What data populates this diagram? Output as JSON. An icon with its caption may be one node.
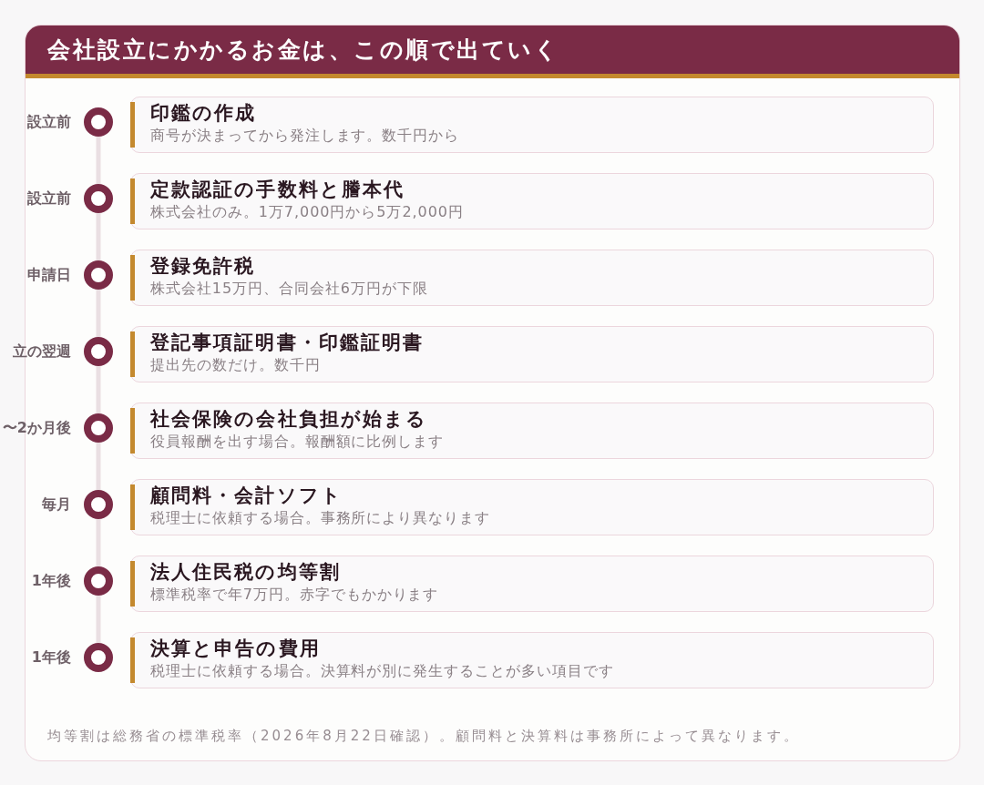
{
  "diagram": {
    "title": "会社設立にかかるお金は、この順で出ていく",
    "nodes": [
      {
        "text": [],
        "shape": "circle",
        "beside": [
          "設立前"
        ]
      },
      {
        "text": [
          "印鑑の作成",
          "商号が決まってから発注します。数千円から"
        ]
      },
      {
        "text": [],
        "shape": "circle",
        "beside": [
          "設立前"
        ]
      },
      {
        "text": [
          "定款認証の手数料と謄本代",
          "株式会社のみ。1万7,000円から5万2,000円"
        ]
      },
      {
        "text": [],
        "shape": "circle",
        "beside": [
          "申請日"
        ]
      },
      {
        "text": [
          "登録免許税",
          "株式会社15万円、合同会社6万円が下限"
        ]
      },
      {
        "text": [],
        "shape": "circle",
        "beside": [
          "立の翌週"
        ]
      },
      {
        "text": [
          "登記事項証明書・印鑑証明書",
          "提出先の数だけ。数千円"
        ]
      },
      {
        "text": [],
        "shape": "circle",
        "beside": [
          "〜2か月後"
        ]
      },
      {
        "text": [
          "社会保険の会社負担が始まる",
          "役員報酬を出す場合。報酬額に比例します"
        ]
      },
      {
        "text": [],
        "shape": "circle",
        "beside": [
          "毎月"
        ]
      },
      {
        "text": [
          "顧問料・会計ソフト",
          "税理士に依頼する場合。事務所により異なります"
        ]
      },
      {
        "text": [],
        "shape": "circle",
        "beside": [
          "1年後"
        ]
      },
      {
        "text": [
          "法人住民税の均等割",
          "標準税率で年7万円。赤字でもかかります"
        ]
      },
      {
        "text": [],
        "shape": "circle",
        "beside": [
          "1年後"
        ]
      },
      {
        "text": [
          "決算と申告の費用",
          "税理士に依頼する場合。決算料が別に発生することが多い項目です"
        ]
      }
    ],
    "edges": [
      {
        "from": 0,
        "to": 2,
        "arrow": "none"
      },
      {
        "from": 2,
        "to": 4,
        "arrow": "none"
      },
      {
        "from": 4,
        "to": 6,
        "arrow": "none"
      },
      {
        "from": 6,
        "to": 8,
        "arrow": "none"
      },
      {
        "from": 8,
        "to": 10,
        "arrow": "none"
      },
      {
        "from": 10,
        "to": 12,
        "arrow": "none"
      },
      {
        "from": 12,
        "to": 14,
        "arrow": "none"
      }
    ],
    "caption": "均等割は総務省の標準税率（2026年8月22日確認）。顧問料と決算料は事務所によって異なります。"
  }
}
